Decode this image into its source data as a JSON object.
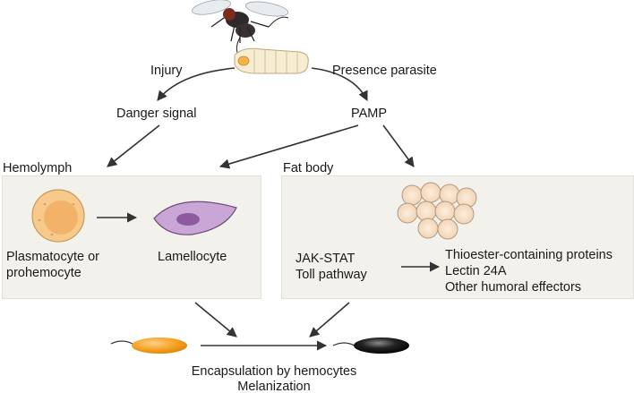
{
  "labels": {
    "injury": "Injury",
    "presence_parasite": "Presence parasite",
    "danger_signal": "Danger signal",
    "pamp": "PAMP",
    "hemolymph": "Hemolymph",
    "fat_body": "Fat body",
    "plasmatocyte_line1": "Plasmatocyte or",
    "plasmatocyte_line2": "prohemocyte",
    "lamellocyte": "Lamellocyte",
    "jak_stat": "JAK-STAT",
    "toll_pathway": "Toll pathway",
    "thioester": "Thioester-containing proteins",
    "lectin": "Lectin 24A",
    "other_effectors": "Other humoral effectors",
    "encapsulation": "Encapsulation by hemocytes",
    "melanization": "Melanization"
  },
  "icons": [
    "fly-icon",
    "larva-icon",
    "plasmatocyte-cell-icon",
    "lamellocyte-cell-icon",
    "fat-body-cells-icon",
    "parasite-egg-icon",
    "melanized-egg-icon"
  ],
  "colors": {
    "panel_bg": "#f2f1ec",
    "plasmatocyte": "#f7c98a",
    "lamellocyte": "#c9a6d6",
    "egg": "#f5a020",
    "melanized": "#111111",
    "arrow": "#333333"
  }
}
